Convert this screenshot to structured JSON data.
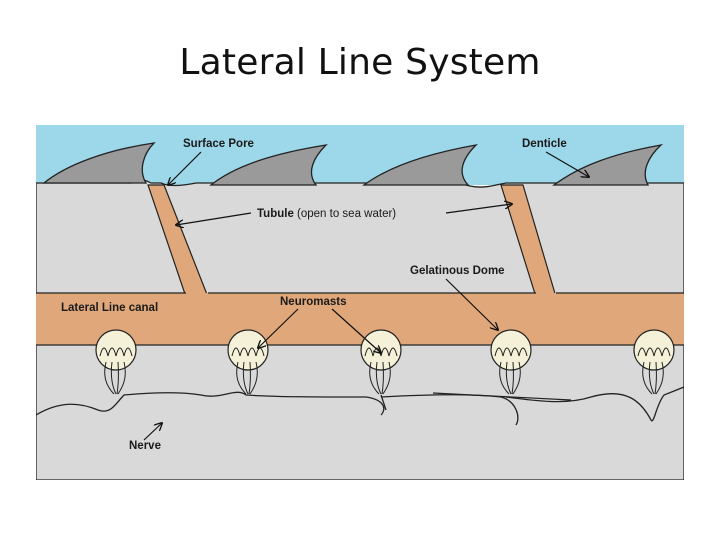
{
  "slide": {
    "title": "Lateral Line System"
  },
  "diagram": {
    "colors": {
      "water": "#9dd8ea",
      "skin": "#d9d9d9",
      "denticle": "#9a9a9a",
      "canal": "#e0a87a",
      "dome": "#f5f0d8"
    },
    "labels": {
      "surface_pore": "Surface Pore",
      "denticle": "Denticle",
      "tubule": "Tubule",
      "tubule_note": " (open to sea water)",
      "gelatinous_dome": "Gelatinous Dome",
      "lateral_line_canal": "Lateral Line canal",
      "neuromasts": "Neuromasts",
      "nerve": "Nerve"
    }
  }
}
